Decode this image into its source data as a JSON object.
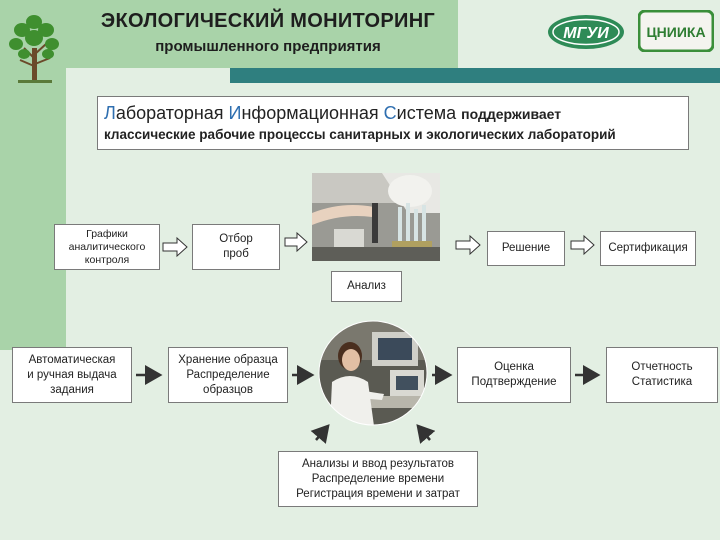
{
  "header": {
    "title": "ЭКОЛОГИЧЕСКИЙ МОНИТОРИНГ",
    "subtitle": "промышленного предприятия",
    "logo_left_text": "МГУИ",
    "logo_right_text": "ЦНИИКА"
  },
  "intro": {
    "p1": "Л",
    "w1": "абораторная ",
    "p2": "И",
    "w2": "нформационная ",
    "p3": "С",
    "w3": "истема",
    "tail": "поддерживает",
    "line2": "классические рабочие процессы санитарных и экологических лабораторий"
  },
  "flow_top": {
    "graphs": "Графики\nаналитического\nконтроля",
    "sampling": "Отбор\nпроб",
    "analysis": "Анализ",
    "decision": "Решение",
    "certification": "Сертификация"
  },
  "flow_bottom": {
    "auto_task": "Автоматическая\nи ручная выдача\nзадания",
    "storage": "Хранение образца\nРаспределение\nобразцов",
    "evaluation": "Оценка\nПодтверждение",
    "reporting": "Отчетность\nСтатистика",
    "results": "Анализы и ввод результатов\nРаспределение времени\nРегистрация времени и затрат"
  },
  "colors": {
    "background": "#e3efe3",
    "header_band": "#a9d3a9",
    "teal_bar": "#2f7f7f",
    "accent_text": "#2f6fb0",
    "logo_left": "#2e8b57",
    "logo_right": "#3a8f3a"
  }
}
